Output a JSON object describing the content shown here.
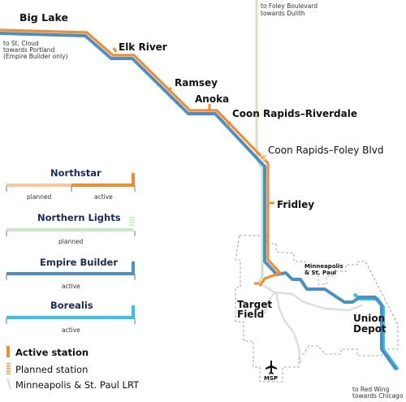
{
  "colors": {
    "northstar": "#f58b2b",
    "northstar_planned": "#fbc79a",
    "northern_lights": "#c7e7c2",
    "empire_builder": "#4a90c8",
    "borealis": "#2fc6ec",
    "lrt": "#dddddd",
    "city_boundary": "#888888"
  },
  "stations": {
    "big_lake": "Big Lake",
    "elk_river": "Elk River",
    "ramsey": "Ramsey",
    "anoka": "Anoka",
    "coon_rapids_riverdale": "Coon Rapids–Riverdale",
    "coon_rapids_foley": "Coon Rapids–Foley Blvd",
    "fridley": "Fridley",
    "target_field_1": "Target",
    "target_field_2": "Field",
    "union_depot_1": "Union",
    "union_depot_2": "Depot"
  },
  "notes": {
    "foley_1": "to Foley Boulevard",
    "foley_2": "towards Dulith",
    "stcloud_1": "to St. Cloud",
    "stcloud_2": "towards Portland",
    "stcloud_3": "(Empire Builder only)",
    "redwing_1": "to Red Wing",
    "redwing_2": "towards Chicago",
    "cities_1": "Minneapolis",
    "cities_2": "& St. Paul",
    "msp": "MSP"
  },
  "legend": {
    "northstar": {
      "title": "Northstar",
      "planned": "planned",
      "active": "active"
    },
    "northern_lights": {
      "title": "Northern Lights",
      "planned": "planned"
    },
    "empire_builder": {
      "title": "Empire Builder",
      "active": "active"
    },
    "borealis": {
      "title": "Borealis",
      "active": "active"
    },
    "keys": {
      "active_station": "Active station",
      "planned_station": "Planned station",
      "lrt": "Minneapolis & St. Paul LRT"
    }
  }
}
